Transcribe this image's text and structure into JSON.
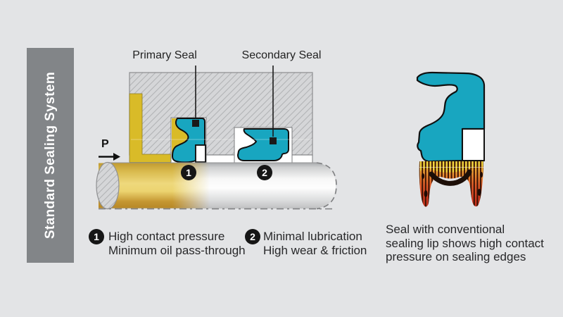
{
  "sidebar": {
    "title": "Standard Sealing System"
  },
  "diagram": {
    "pressure_label": "P",
    "primary_seal_label": "Primary Seal",
    "secondary_seal_label": "Secondary Seal"
  },
  "legend": [
    {
      "num": "1",
      "lines": [
        "High contact pressure",
        "Minimum oil pass-through"
      ]
    },
    {
      "num": "2",
      "lines": [
        "Minimal lubrication",
        "High wear & friction"
      ]
    }
  ],
  "caption": {
    "lines": [
      "Seal with conventional",
      "sealing lip shows high contact",
      "pressure on sealing edges"
    ]
  },
  "colors": {
    "background": "#e3e4e6",
    "sidebar-gray": "#828588",
    "seal-teal": "#18a6c0",
    "oil-yellow": "#d9bb28",
    "housing-fill": "#d5d6d8",
    "hatch-line": "#b2b3b5",
    "pressure-yellow": "#f4d73e",
    "pressure-orange": "#ef9133",
    "pressure-red": "#c9301f",
    "ink": "#232325"
  }
}
